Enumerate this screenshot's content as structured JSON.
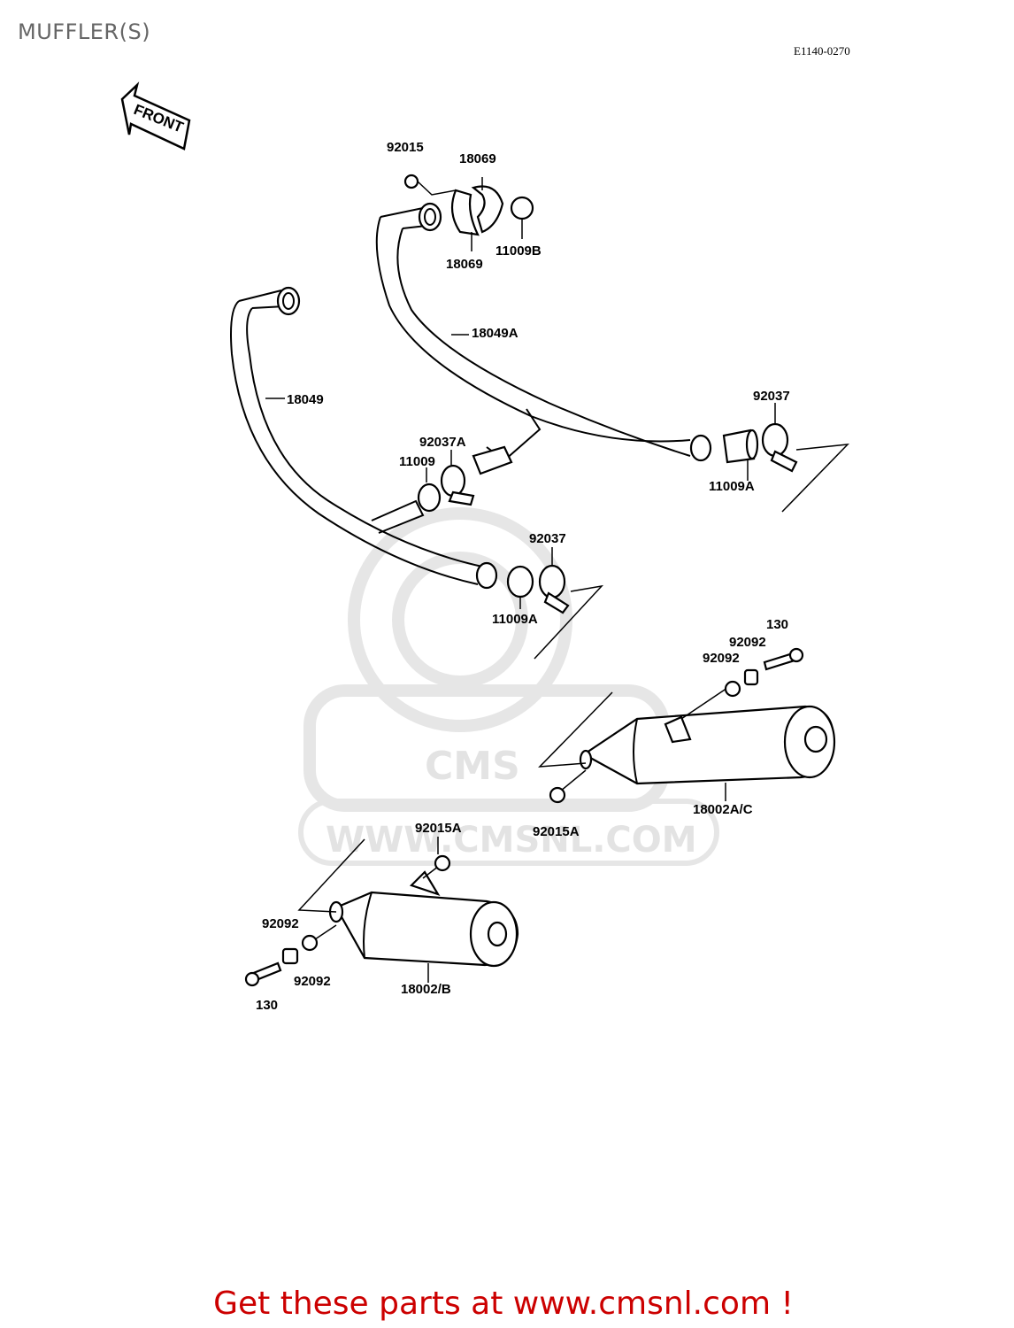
{
  "header": {
    "title": "MUFFLER(S)",
    "diagram_code": "E1140-0270"
  },
  "front_arrow": {
    "label": "FRONT"
  },
  "watermark": {
    "text": "WWW.CMSNL.COM",
    "logo_text": "CMS"
  },
  "callouts": [
    {
      "id": "c1",
      "text": "92015"
    },
    {
      "id": "c2",
      "text": "18069"
    },
    {
      "id": "c3",
      "text": "18069"
    },
    {
      "id": "c4",
      "text": "11009B"
    },
    {
      "id": "c5",
      "text": "18049A"
    },
    {
      "id": "c6",
      "text": "18049"
    },
    {
      "id": "c7",
      "text": "92037"
    },
    {
      "id": "c8",
      "text": "92037A"
    },
    {
      "id": "c9",
      "text": "11009"
    },
    {
      "id": "c10",
      "text": "11009A"
    },
    {
      "id": "c11",
      "text": "92037"
    },
    {
      "id": "c12",
      "text": "11009A"
    },
    {
      "id": "c13",
      "text": "130"
    },
    {
      "id": "c14",
      "text": "92092"
    },
    {
      "id": "c15",
      "text": "92092"
    },
    {
      "id": "c16",
      "text": "18002A/C"
    },
    {
      "id": "c17",
      "text": "92015A"
    },
    {
      "id": "c18",
      "text": "92015A"
    },
    {
      "id": "c19",
      "text": "92092"
    },
    {
      "id": "c20",
      "text": "92092"
    },
    {
      "id": "c21",
      "text": "18002/B"
    },
    {
      "id": "c22",
      "text": "130"
    }
  ],
  "footer": {
    "link_text": "Get these parts at www.cmsnl.com !"
  }
}
